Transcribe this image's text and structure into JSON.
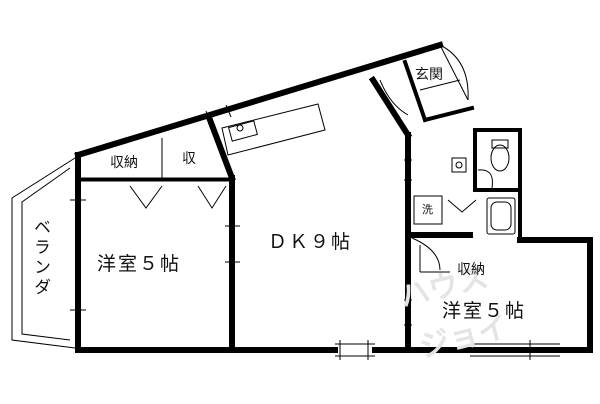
{
  "rooms": {
    "western_room_left": "洋室５帖",
    "dining_kitchen": "ＤＫ９帖",
    "western_room_right": "洋室５帖",
    "veranda": "ベランダ",
    "entrance": "玄関",
    "storage_left": "収納",
    "storage_small": "収",
    "storage_right": "収納",
    "washer": "洗"
  },
  "watermark": {
    "line1": "ハウス",
    "line2": "ジョイ"
  }
}
